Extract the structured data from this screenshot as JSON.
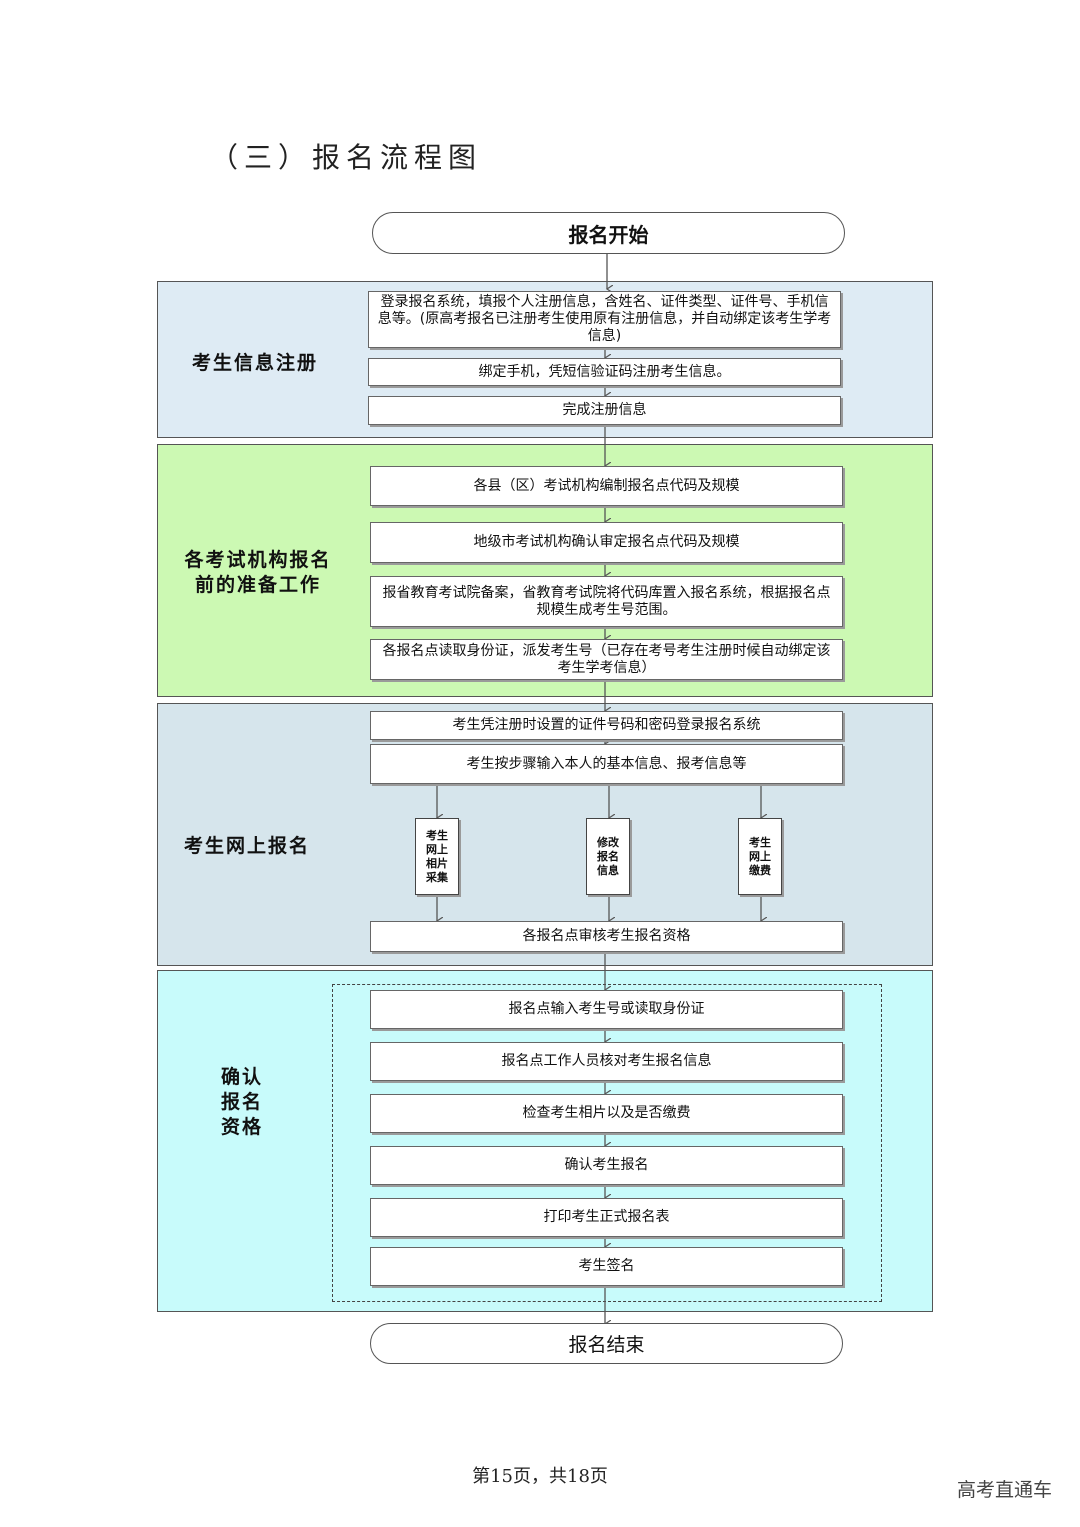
{
  "heading": "（三）报名流程图",
  "start": "报名开始",
  "end": "报名结束",
  "sections": [
    {
      "label": "考生信息注册",
      "steps": [
        "登录报名系统，填报个人注册信息，含姓名、证件类型、证件号、手机信息等。(原高考报名已注册考生使用原有注册信息，并自动绑定该考生学考信息)",
        "绑定手机，凭短信验证码注册考生信息。",
        "完成注册信息"
      ]
    },
    {
      "label": "各考试机构报名\n前的准备工作",
      "steps": [
        "各县（区）考试机构编制报名点代码及规模",
        "地级市考试机构确认审定报名点代码及规模",
        "报省教育考试院备案，省教育考试院将代码库置入报名系统，根据报名点规模生成考生号范围。",
        "各报名点读取身份证，派发考生号（已存在考号考生注册时候自动绑定该考生学考信息）"
      ]
    },
    {
      "label": "考生网上报名",
      "steps": [
        "考生凭注册时设置的证件号码和密码登录报名系统",
        "考生按步骤输入本人的基本信息、报考信息等"
      ],
      "branches": [
        "考生\n网上\n相片\n采集",
        "修改\n报名\n信息",
        "考生\n网上\n缴费"
      ],
      "final": "各报名点审核考生报名资格"
    },
    {
      "label": "确认\n报名\n资格",
      "steps": [
        "报名点输入考生号或读取身份证",
        "报名点工作人员核对考生报名信息",
        "检查考生相片以及是否缴费",
        "确认考生报名",
        "打印考生正式报名表",
        "考生签名"
      ]
    }
  ],
  "footer": "第15页，共18页",
  "watermark": "高考直通车",
  "colors": {
    "section1_bg": "#deebf4",
    "section2_bg": "#ccf9b3",
    "section3_bg": "#d6e5ec",
    "section4_bg": "#c8fbfb",
    "arrow": "#555555"
  }
}
